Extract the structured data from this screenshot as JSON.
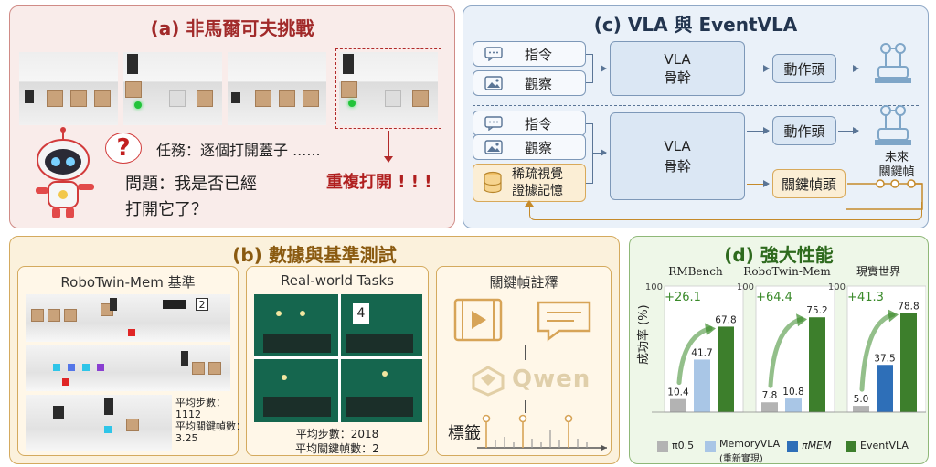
{
  "panel_a": {
    "title": "(a) 非馬爾可夫挑戰",
    "task": "任務：逐個打開蓋子 ......",
    "question_line1": "問題：我是否已經",
    "question_line2": "打開它了？",
    "repeat": "重複打開 ! ! !",
    "question_mark": "?"
  },
  "panel_b": {
    "title": "(b) 數據與基準測試",
    "robotwin": {
      "title": "RoboTwin-Mem 基準",
      "badge": "2",
      "avg_steps_label": "平均步數：",
      "avg_steps_value": "1112",
      "avg_kf_label": "平均關鍵幀數：",
      "avg_kf_value": "3.25"
    },
    "realworld": {
      "title": "Real-world Tasks",
      "badge": "4",
      "avg_steps": "平均步數：2018",
      "avg_kf": "平均關鍵幀數：2"
    },
    "keyframe": {
      "title": "關鍵幀註釋",
      "qwen": "Qwen",
      "label": "標籤"
    }
  },
  "panel_c": {
    "title": "(c) VLA 與 EventVLA",
    "top": {
      "instruction": "指令",
      "observation": "觀察",
      "backbone_line1": "VLA",
      "backbone_line2": "骨幹",
      "action_head": "動作頭"
    },
    "bottom": {
      "instruction": "指令",
      "observation": "觀察",
      "memory_line1": "稀疏視覺",
      "memory_line2": "證據記憶",
      "backbone_line1": "VLA",
      "backbone_line2": "骨幹",
      "action_head": "動作頭",
      "keyframe_head": "關鍵幀頭",
      "future_line1": "未來",
      "future_line2": "關鍵幀"
    }
  },
  "panel_d": {
    "title": "(d) 強大性能",
    "ylabel": "成功率 (%)",
    "legend": [
      "π0.5",
      "MemoryVLA",
      "(重新實現)",
      "πMEM",
      "EventVLA"
    ],
    "colors": {
      "pi05": "#b3b3b3",
      "memoryvla": "#a9c6e6",
      "pimem": "#2e6fb8",
      "eventvla": "#3d7f2c",
      "gain": "#3a8a2a"
    },
    "chart_data": {
      "type": "bar",
      "ylim": [
        0,
        100
      ],
      "groups": [
        {
          "title": "RMBench",
          "ytick": "100",
          "gain": "+26.1",
          "bars": [
            {
              "series": "π0.5",
              "value": 10.4,
              "label": "10.4"
            },
            {
              "series": "MemoryVLA",
              "value": 41.7,
              "label": "41.7"
            },
            {
              "series": "EventVLA",
              "value": 67.8,
              "label": "67.8"
            }
          ]
        },
        {
          "title": "RoboTwin-Mem",
          "ytick": "100",
          "gain": "+64.4",
          "bars": [
            {
              "series": "π0.5",
              "value": 7.8,
              "label": "7.8"
            },
            {
              "series": "MemoryVLA",
              "value": 10.8,
              "label": "10.8"
            },
            {
              "series": "EventVLA",
              "value": 75.2,
              "label": "75.2"
            }
          ]
        },
        {
          "title": "現實世界",
          "ytick": "100",
          "gain": "+41.3",
          "bars": [
            {
              "series": "π0.5",
              "value": 5.0,
              "label": "5.0"
            },
            {
              "series": "πMEM",
              "value": 37.5,
              "label": "37.5"
            },
            {
              "series": "EventVLA",
              "value": 78.8,
              "label": "78.8"
            }
          ]
        }
      ]
    }
  }
}
